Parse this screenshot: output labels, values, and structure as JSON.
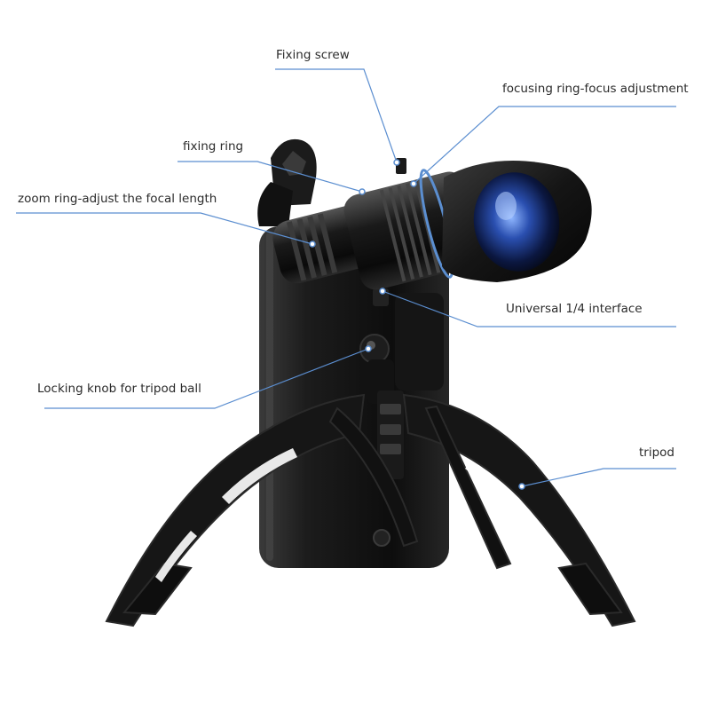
{
  "diagram": {
    "labels": {
      "fixing_screw": "Fixing screw",
      "focusing_ring": "focusing ring-focus adjustment",
      "fixing_ring": "fixing ring",
      "zoom_ring": "zoom ring-adjust the focal length",
      "universal_interface": "Universal 1/4 interface",
      "locking_knob": "Locking knob for tripod ball",
      "tripod": "tripod"
    },
    "colors": {
      "leader_line": "#5b8ed0",
      "product": "#141414",
      "lens_glass": "#2a4fb0",
      "lens_highlight": "#7fb0ff"
    }
  }
}
